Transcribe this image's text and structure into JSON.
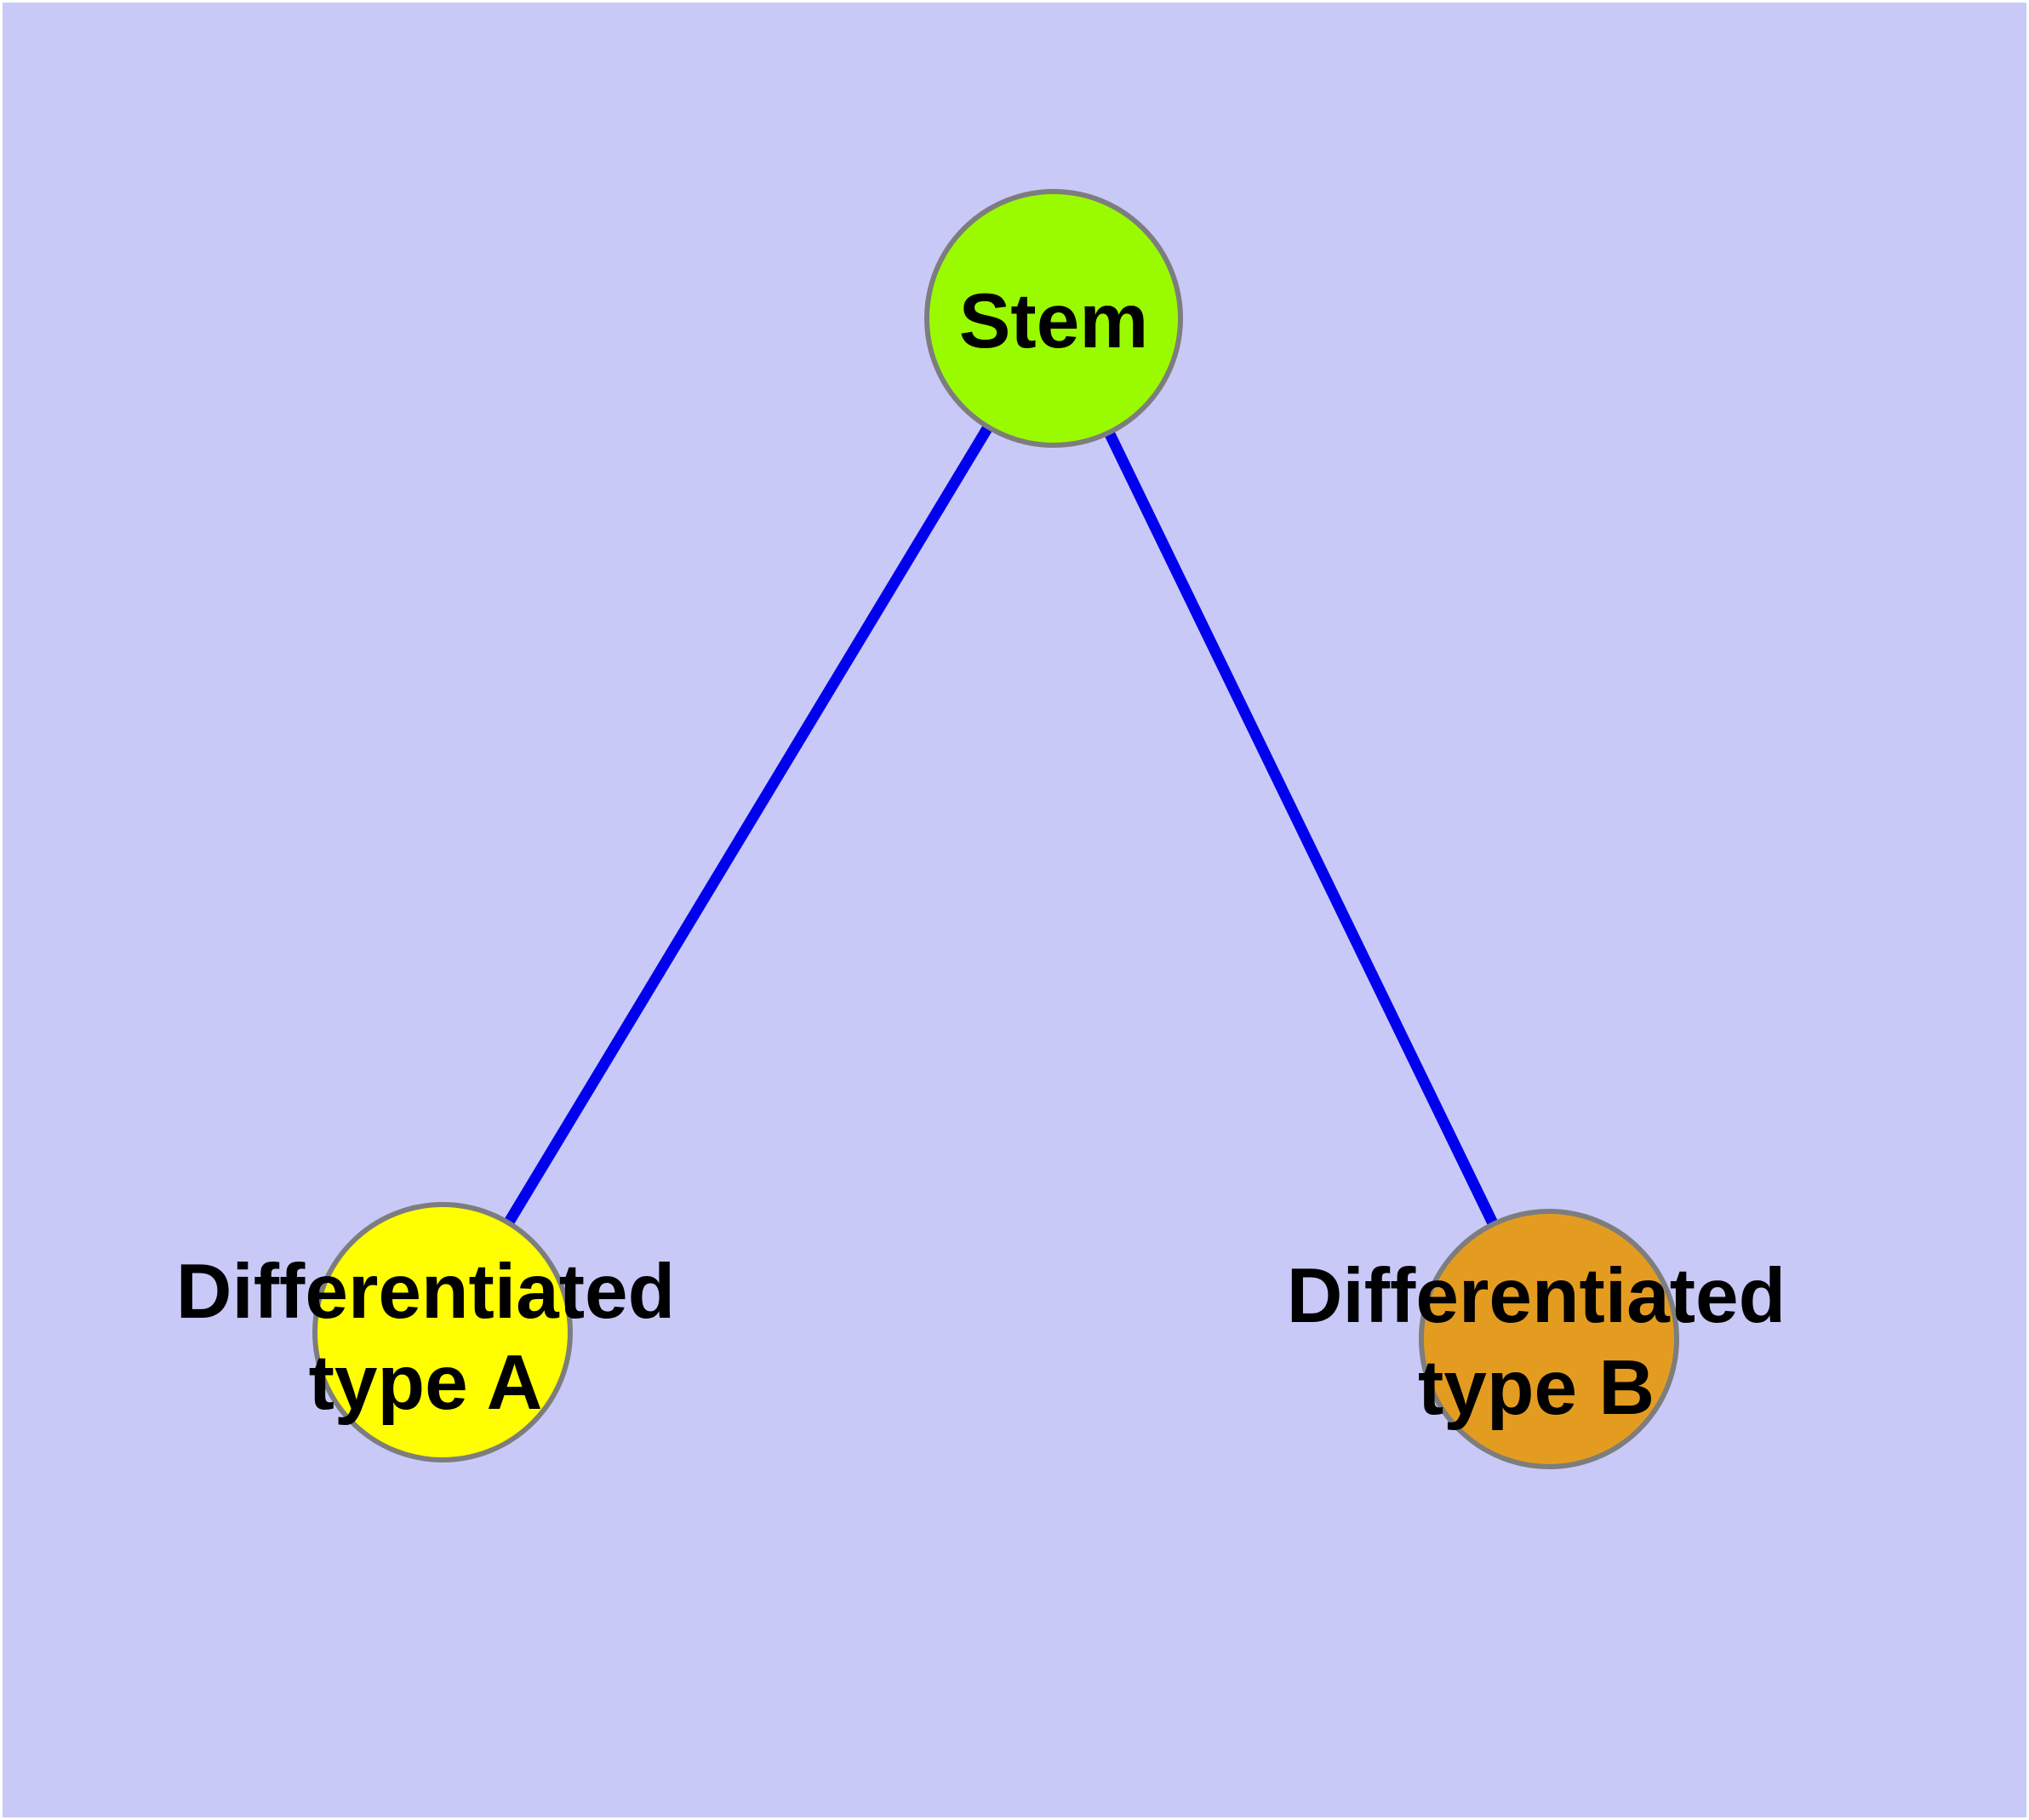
{
  "diagram": {
    "background_color": "#C9C9F8",
    "frame_color": "#FFFFFF",
    "edge_color": "#0000EE",
    "node_border_color": "#7D7D7D",
    "label_color": "#000000",
    "nodes": {
      "stem": {
        "label": "Stem",
        "fill": "#9AFB00"
      },
      "type_a": {
        "label_line1": "Differentiated",
        "label_line2": "type A",
        "fill": "#FFFF00"
      },
      "type_b": {
        "label_line1": "Differentiated",
        "label_line2": "type B",
        "fill": "#E49C20"
      }
    },
    "edges": [
      {
        "from": "Stem",
        "to": "Differentiated type A"
      },
      {
        "from": "Stem",
        "to": "Differentiated type B"
      }
    ]
  }
}
